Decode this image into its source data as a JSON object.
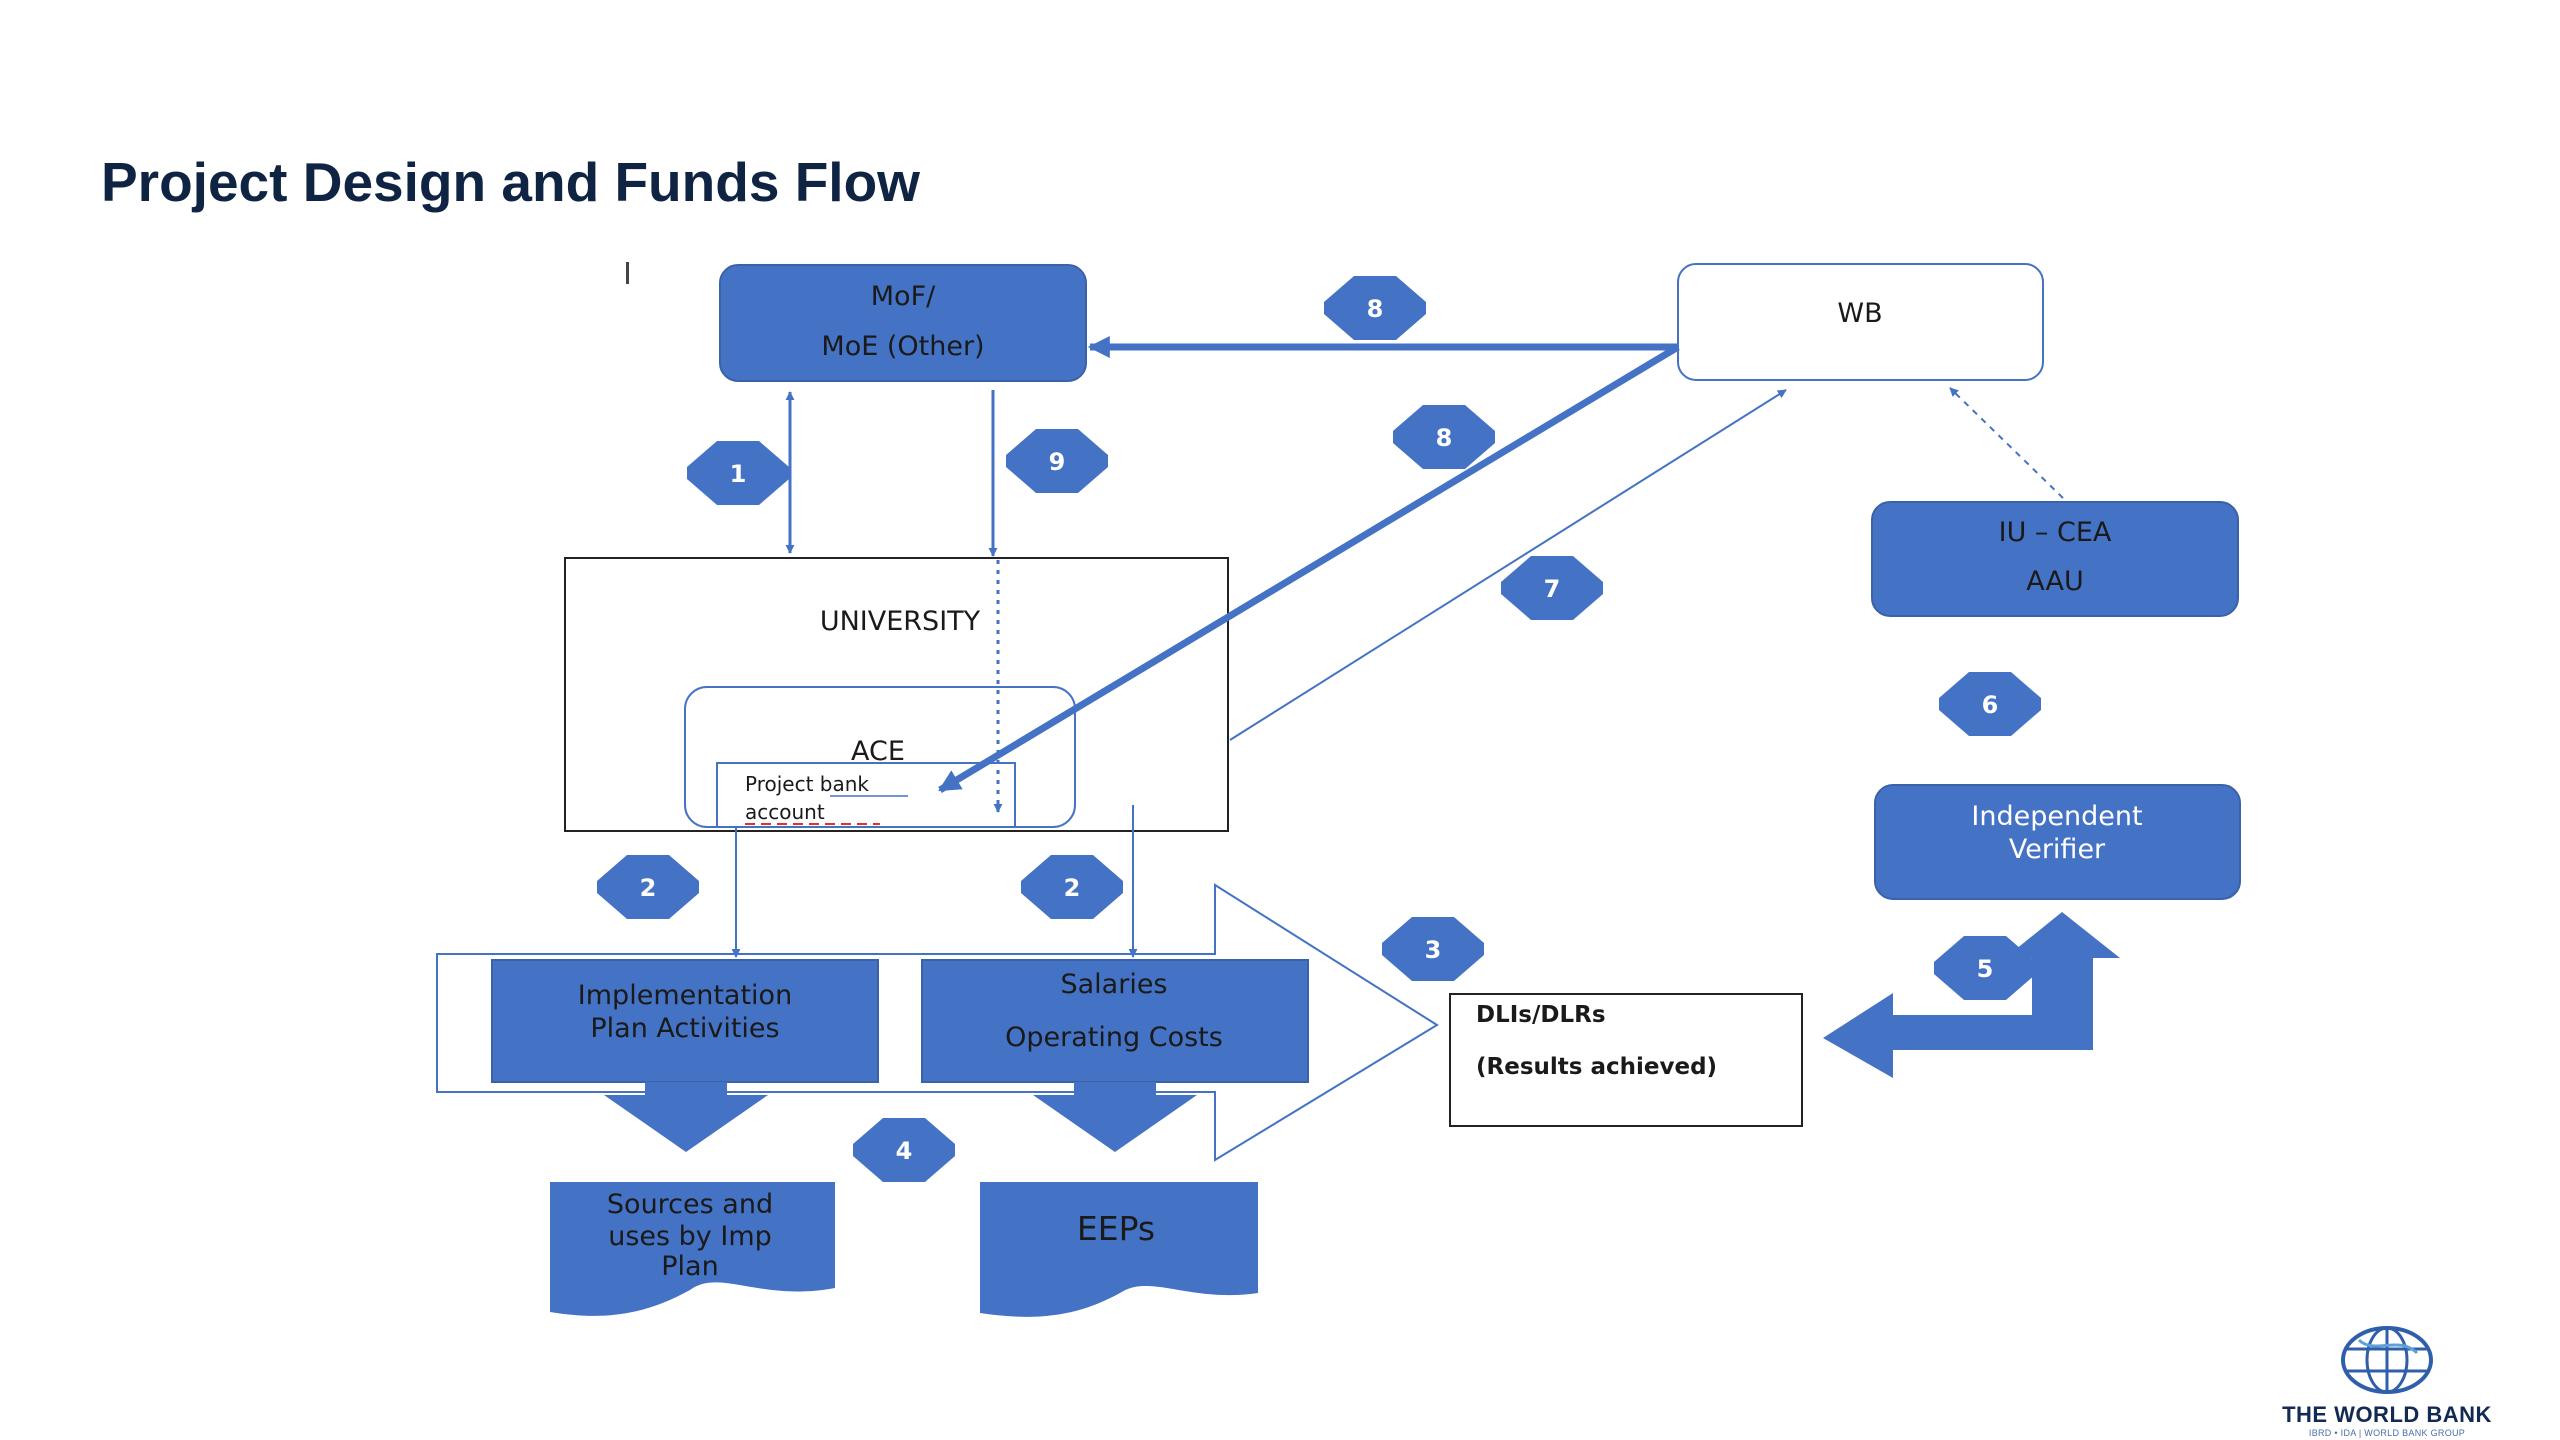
{
  "title": "Project Design and Funds Flow",
  "nodes": {
    "mof_line1": "MoF/",
    "mof_line2": "MoE (Other)",
    "wb": "WB",
    "iu_line1": "IU – CEA",
    "iu_line2": "AAU",
    "university": "UNIVERSITY",
    "ace": "ACE",
    "bank_line1": "Project bank",
    "bank_line2": "account",
    "verifier_line1": "Independent",
    "verifier_line2": "Verifier",
    "impl_line1": "Implementation",
    "impl_line2": "Plan Activities",
    "salaries_line1": "Salaries",
    "salaries_line2": "Operating Costs",
    "dli_line1": "DLIs/DLRs",
    "dli_line2": "(Results achieved)",
    "sources_line1": "Sources and",
    "sources_line2": "uses by Imp",
    "sources_line3": "Plan",
    "eeps": "EEPs"
  },
  "step_badges": {
    "b8a": "8",
    "b8b": "8",
    "b1": "1",
    "b9": "9",
    "b7": "7",
    "b6": "6",
    "b2a": "2",
    "b2b": "2",
    "b3": "3",
    "b5": "5",
    "b4": "4"
  },
  "logo": {
    "name": "THE WORLD BANK",
    "sub": "IBRD • IDA | WORLD BANK GROUP"
  },
  "colors": {
    "box_fill": "#4472c4",
    "box_border": "#3a62a8",
    "title": "#0f2343"
  }
}
